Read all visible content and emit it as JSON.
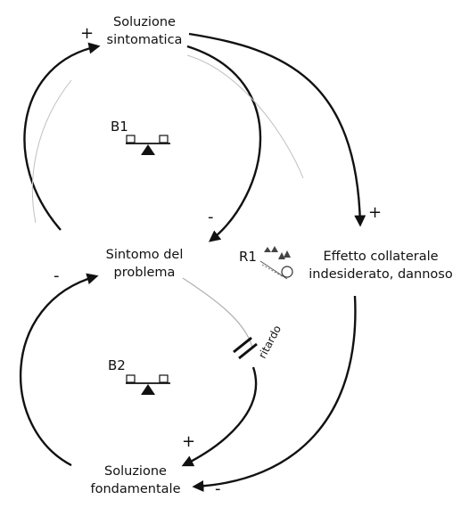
{
  "nodes": {
    "soluzione_sintomatica": {
      "line1": "Soluzione",
      "line2": "sintomatica"
    },
    "sintomo_problema": {
      "line1": "Sintomo del",
      "line2": "problema"
    },
    "effetto_collaterale": {
      "line1": "Effetto collaterale",
      "line2": "indesiderato, dannoso"
    },
    "soluzione_fondamentale": {
      "line1": "Soluzione",
      "line2": "fondamentale"
    }
  },
  "polarities": {
    "sintomo_to_sintomatica": "+",
    "sintomatica_to_sintomo": "-",
    "sintomatica_to_effetto": "+",
    "sintomo_to_fondamentale": "+",
    "fondamentale_to_sintomo": "-",
    "effetto_to_fondamentale": "-"
  },
  "loops": {
    "b1": "B1",
    "b2": "B2",
    "r1": "R1"
  },
  "delay_label": "ritardo",
  "colors": {
    "stroke": "#111111",
    "faint": "#b8b8b8"
  },
  "icons": {
    "balance": "seesaw-icon",
    "reinforcing": "snowball-icon"
  }
}
